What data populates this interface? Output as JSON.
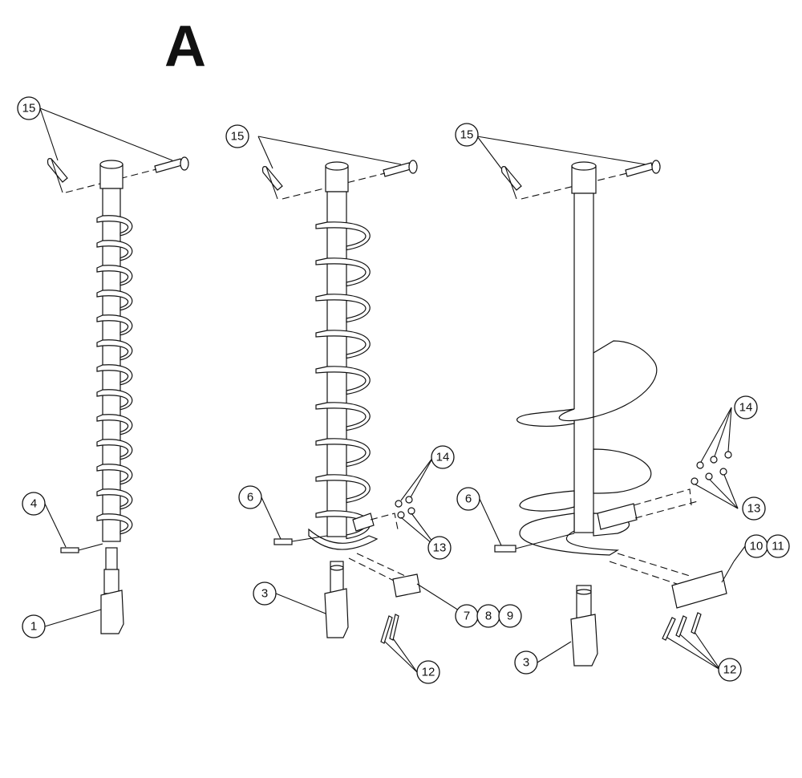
{
  "title": "A",
  "callouts": {
    "c15a": "15",
    "c4": "4",
    "c1": "1",
    "c15b": "15",
    "c6a": "6",
    "c14a": "14",
    "c13a": "13",
    "c3a": "3",
    "c789": [
      "7",
      "8",
      "9"
    ],
    "c12a": "12",
    "c15c": "15",
    "c14b": "14",
    "c13b": "13",
    "c6b": "6",
    "c1011": [
      "10",
      "11"
    ],
    "c3b": "3",
    "c12b": "12"
  },
  "colors": {
    "ink": "#111111",
    "paper": "#ffffff",
    "shade": "#d8d8d8"
  }
}
